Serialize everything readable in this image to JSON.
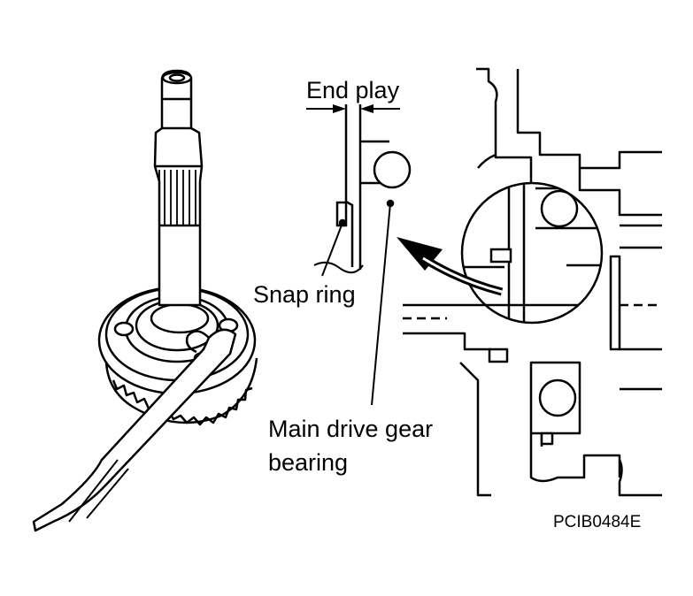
{
  "labels": {
    "end_play": "End play",
    "snap_ring": "Snap ring",
    "bearing_line1": "Main drive gear",
    "bearing_line2": "bearing",
    "figure_code": "PCIB0484E"
  },
  "colors": {
    "ink": "#000000",
    "paper": "#ffffff"
  }
}
